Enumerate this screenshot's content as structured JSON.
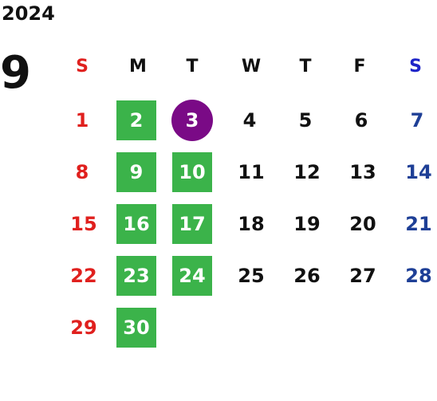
{
  "calendar": {
    "year": "2024",
    "month": "9",
    "weekday_headers": [
      "S",
      "M",
      "T",
      "W",
      "T",
      "F",
      "S"
    ],
    "weeks": [
      [
        "",
        "",
        "",
        "",
        "",
        "",
        ""
      ],
      [
        "1",
        "2",
        "3",
        "4",
        "5",
        "6",
        "7"
      ],
      [
        "8",
        "9",
        "10",
        "11",
        "12",
        "13",
        "14"
      ],
      [
        "15",
        "16",
        "17",
        "18",
        "19",
        "20",
        "21"
      ],
      [
        "22",
        "23",
        "24",
        "25",
        "26",
        "27",
        "28"
      ],
      [
        "29",
        "30",
        "",
        "",
        "",
        "",
        ""
      ]
    ],
    "today": "3",
    "highlighted_days": [
      "2",
      "9",
      "10",
      "16",
      "17",
      "23",
      "24",
      "30"
    ],
    "colors": {
      "sunday": "#e0201e",
      "saturday_header": "#1e24c8",
      "saturday": "#1e3f96",
      "highlight": "#3bb34a",
      "today": "#7a0a86",
      "text": "#111111"
    }
  }
}
